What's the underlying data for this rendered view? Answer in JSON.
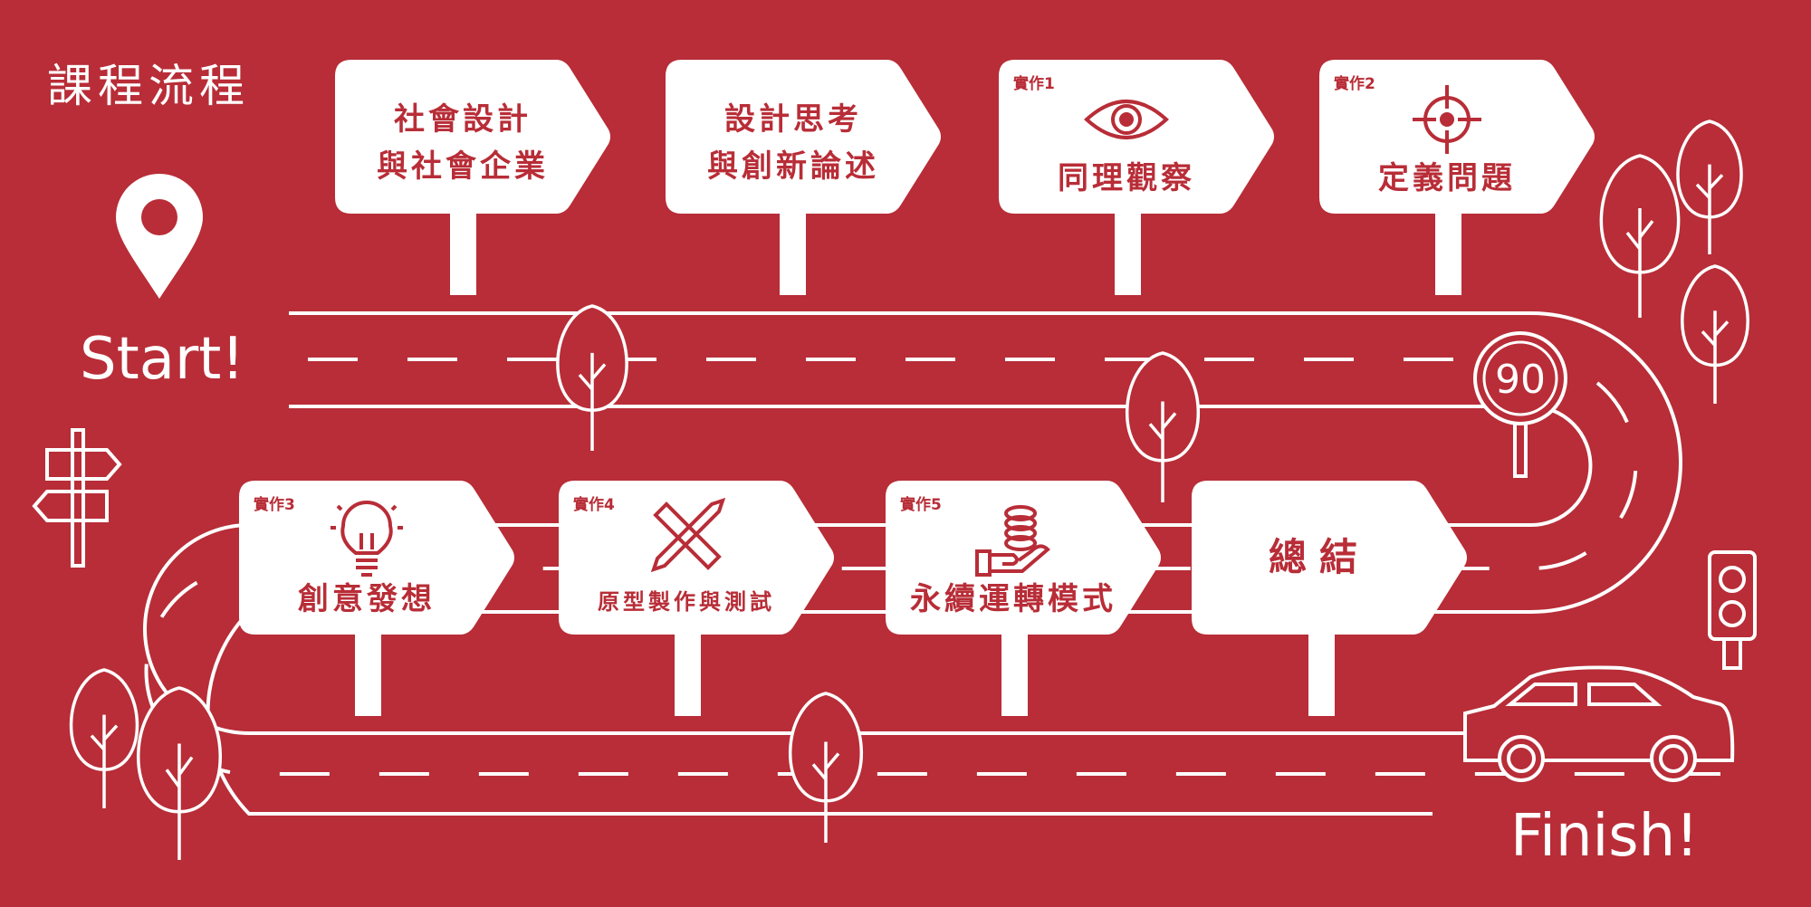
{
  "title": "課程流程",
  "start_label": "Start!",
  "finish_label": "Finish!",
  "speed_limit": "90",
  "colors": {
    "background": "#b82d37",
    "sign": "#ffffff",
    "accent": "#b82d37"
  },
  "signs": [
    {
      "tag": "",
      "lines": [
        "社會設計",
        "與社會企業"
      ],
      "icon": ""
    },
    {
      "tag": "",
      "lines": [
        "設計思考",
        "與創新論述"
      ],
      "icon": ""
    },
    {
      "tag": "實作1",
      "lines": [
        "同理觀察"
      ],
      "icon": "eye-icon"
    },
    {
      "tag": "實作2",
      "lines": [
        "定義問題"
      ],
      "icon": "target-icon"
    },
    {
      "tag": "實作3",
      "lines": [
        "創意發想"
      ],
      "icon": "lightbulb-icon"
    },
    {
      "tag": "實作4",
      "lines": [
        "原型製作與測試"
      ],
      "icon": "pencil-ruler-icon"
    },
    {
      "tag": "實作5",
      "lines": [
        "永續運轉模式"
      ],
      "icon": "coins-hand-icon"
    },
    {
      "tag": "",
      "lines": [
        "總結"
      ],
      "icon": ""
    }
  ]
}
